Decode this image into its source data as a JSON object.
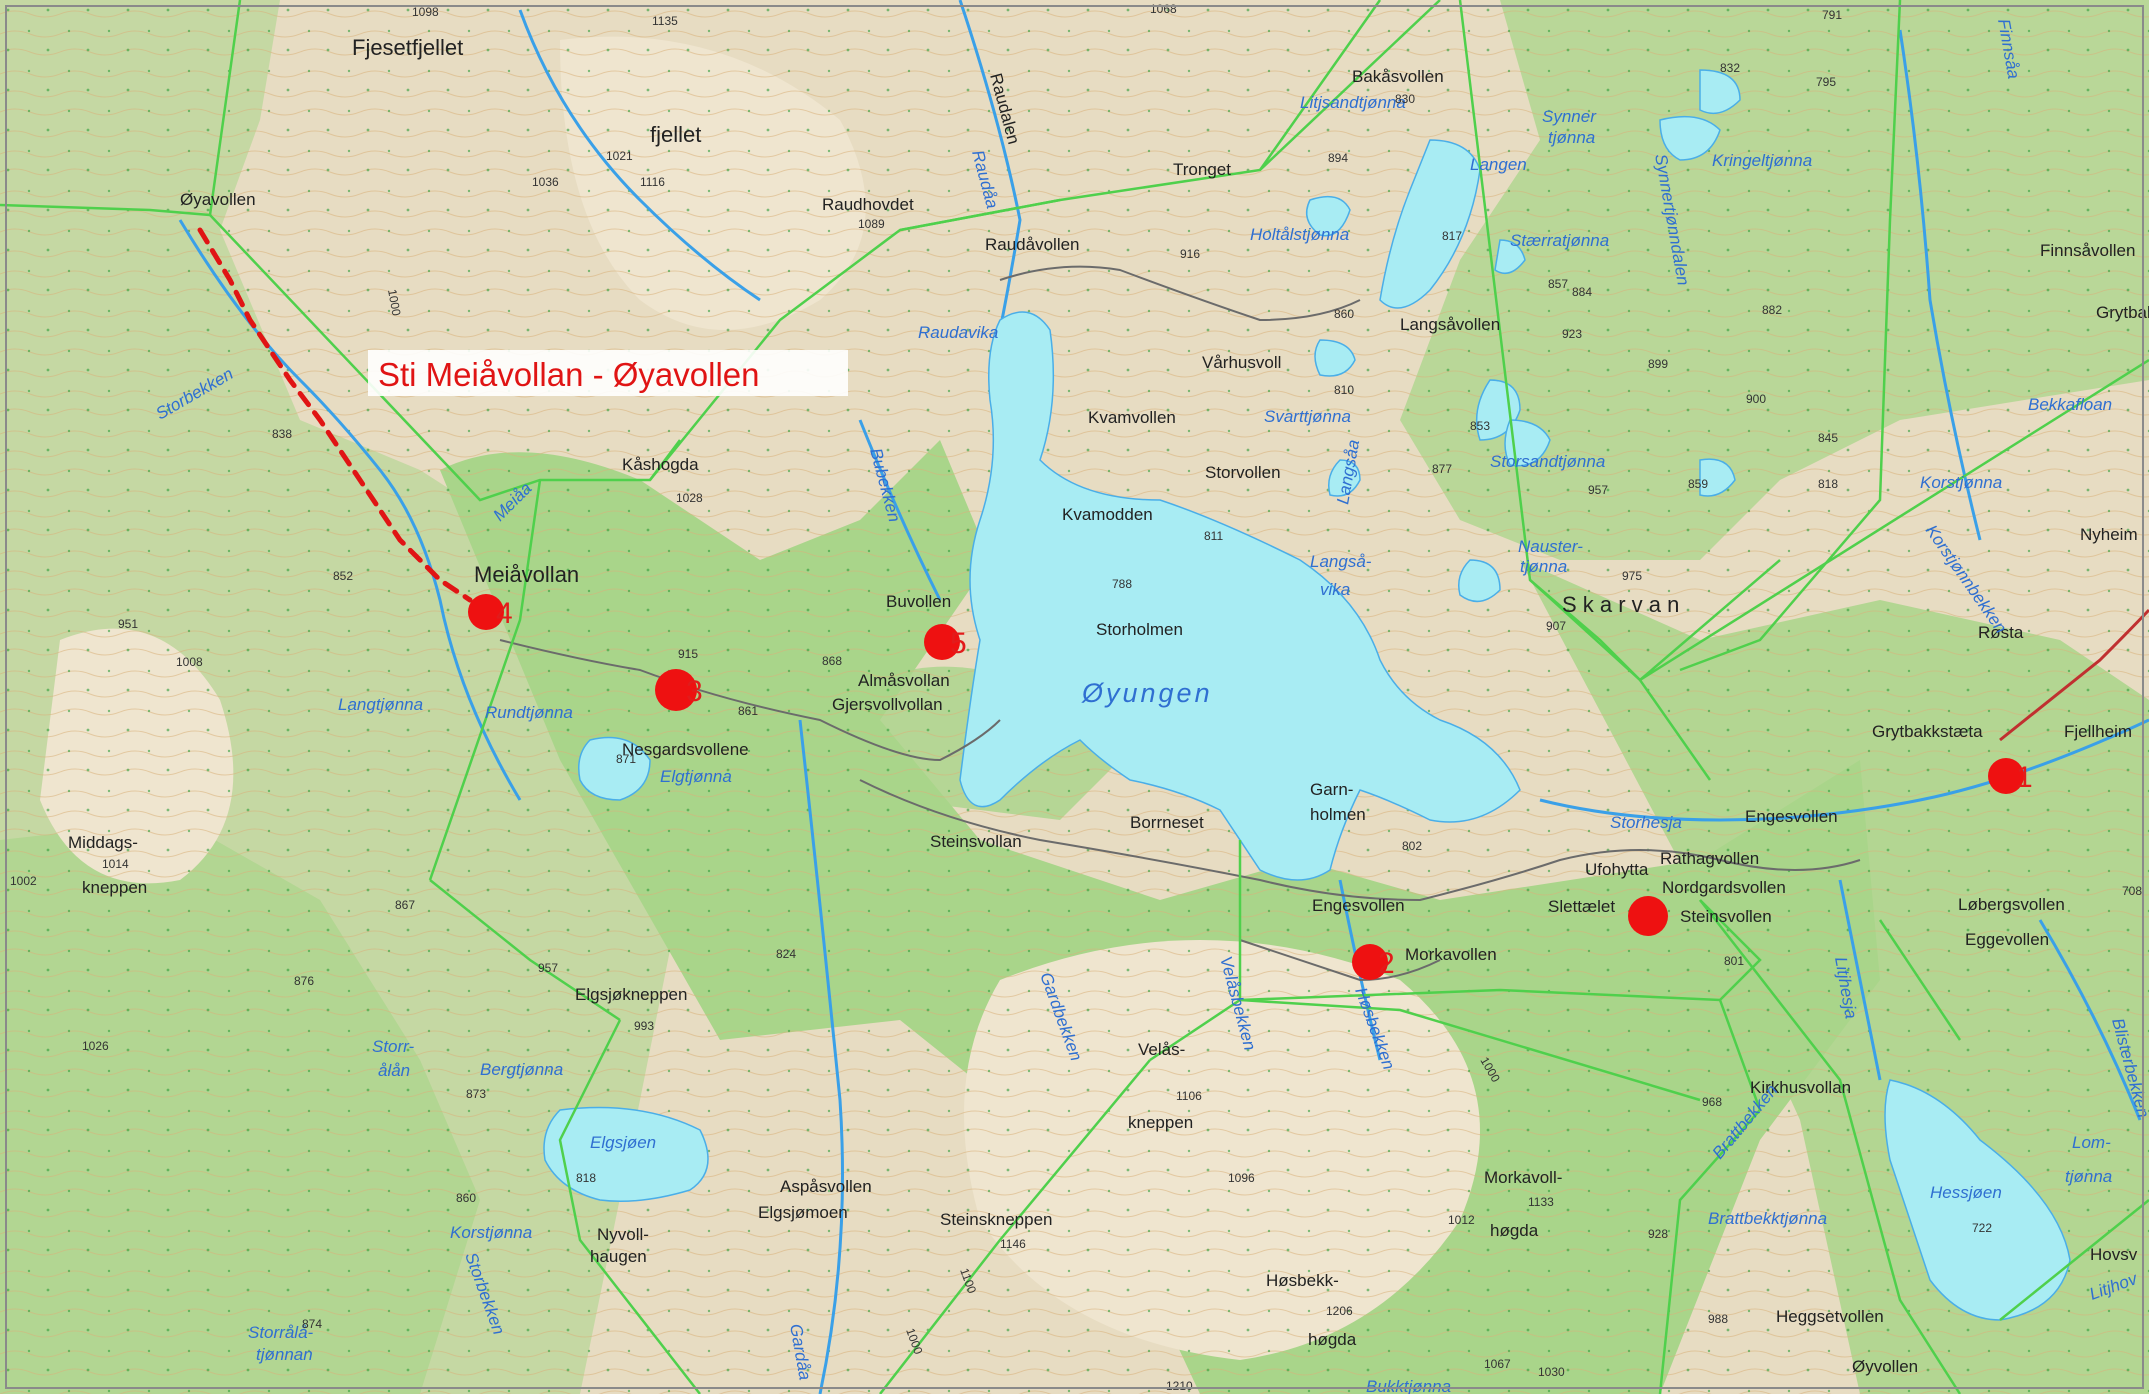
{
  "route": {
    "title": "Sti Meiåvollan - Øyavollen",
    "color": "#e01414"
  },
  "colors": {
    "forest": "#a9d58a",
    "open": "#e7dcc2",
    "water": "#a8ecf3",
    "water_text": "#2f6fd1",
    "border_line": "#4fd04c",
    "marker": "#ee1111"
  },
  "markers": [
    {
      "id": "4",
      "label": "4"
    },
    {
      "id": "3",
      "label": "3"
    },
    {
      "id": "5",
      "label": "5"
    },
    {
      "id": "2",
      "label": "2"
    },
    {
      "id": "u",
      "label": ""
    },
    {
      "id": "1",
      "label": "1"
    }
  ],
  "places": {
    "fjesetfjellet": "Fjesetfjellet",
    "fjellet": "fjellet",
    "oyavollen": "Øyavollen",
    "raudhovdet": "Raudhovdet",
    "raudalen": "Raudalen",
    "tronget": "Tronget",
    "bakasvollen": "Bakåsvollen",
    "raudavollen": "Raudåvollen",
    "varhusvoll": "Vårhusvoll",
    "langsavollen": "Langsåvollen",
    "kvamvollen": "Kvamvollen",
    "storvollen": "Storvollen",
    "kvamodden": "Kvamodden",
    "storholmen": "Storholmen",
    "kashogda": "Kåshogda",
    "meiavollan": "Meiåvollan",
    "buvollen": "Buvollen",
    "almasvollan": "Almåsvollan",
    "gjersvollvollan": "Gjersvollvollan",
    "nesgardsvollene": "Nesgardsvollene",
    "steinsvollan": "Steinsvollan",
    "borrneset": "Borrneset",
    "garnholmen_1": "Garn-",
    "garnholmen_2": "holmen",
    "skarvan": "S k a r v a n",
    "ufohytta": "Ufohytta",
    "rathagvollen": "Rathagvollen",
    "nordgardsvollen": "Nordgardsvollen",
    "sletteaet": "Slettælet",
    "steinsvollen": "Steinsvollen",
    "engesvollen_e": "Engesvollen",
    "engesvollen": "Engesvollen",
    "morkavollen": "Morkavollen",
    "grytbakkstaeta": "Grytbakkstæta",
    "fjellheim": "Fjellheim",
    "rosta": "Røsta",
    "nyheim": "Nyheim",
    "finnsavollen": "Finnsåvollen",
    "grytbak": "Grytbak",
    "lobergsvollen": "Løbergsvollen",
    "eggevollen": "Eggevollen",
    "kirkhusvollan": "Kirkhusvollan",
    "middags_1": "Middags-",
    "middags_2": "kneppen",
    "elgsjokneppen": "Elgsjøkneppen",
    "velas_1": "Velås-",
    "velas_2": "kneppen",
    "morkavollhogda_1": "Morkavoll-",
    "morkavollhogda_2": "høgda",
    "steinskneppen": "Steinskneppen",
    "hosbekk_1": "Høsbekk-",
    "hosbekk_2": "høgda",
    "nyvoll_1": "Nyvoll-",
    "nyvoll_2": "haugen",
    "aspasvollen": "Aspåsvollen",
    "elgsjomoen": "Elgsjømoen",
    "heggsetvollen": "Heggsetvollen",
    "oyvollen": "Øyvollen",
    "hovsv": "Hovsv"
  },
  "water": {
    "oyungen": "Øyungen",
    "langsavika_1": "Langså-",
    "langsavika_2": "vika",
    "langen": "Langen",
    "synner_1": "Synner",
    "synner_2": "tjønna",
    "kringeltjonna": "Kringeltjønna",
    "finnsaa": "Finnsåa",
    "litjsandtjonna": "Litjsandtjønna",
    "holtalstjonna": "Holtålstjønna",
    "staerratjonna": "Stærratjønna",
    "synnertjonndalen": "Synnertjønndalen",
    "svarttjonna": "Svarttjønna",
    "langsaa": "Langsåa",
    "storsandtjonna": "Storsandtjønna",
    "bekkafloan": "Bekkafloan",
    "korstjonna_e": "Korstjønna",
    "korstjonnbekken": "Korstjønnbekken",
    "nauster_1": "Nauster-",
    "nauster_2": "tjønna",
    "raudaa": "Raudåa",
    "raudavika": "Raudavika",
    "bubekken": "Bubekken",
    "storbekken": "Storbekken",
    "meiaa": "Meiåa",
    "langtjonna": "Langtjønna",
    "rundtjonna": "Rundtjønna",
    "elgtjonna": "Elgtjønna",
    "storhesja": "Storhesja",
    "gardbekken": "Gardbekken",
    "velasbekken": "Velåsbekken",
    "hosbekken": "Høsbekken",
    "litjhesja": "Litjhesja",
    "brattbekken": "Brattbekken",
    "brattbekktjonna": "Brattbekktjønna",
    "hessjoen": "Hessjøen",
    "lomtjonna_1": "Lom-",
    "lomtjonna_2": "tjønna",
    "blisterbekken": "Blisterbekken",
    "elgsjoen": "Elgsjøen",
    "bergtjonna": "Bergtjønna",
    "storralan_1": "Storr-",
    "storralan_2": "ålån",
    "korstjonna_w": "Korstjønna",
    "storbekken_s": "Storbekken",
    "storralatjonna_1": "Storrålå-",
    "storralatjonna_2": "tjønnan",
    "gardaa": "Gardåa",
    "litjhov": "Litjhov",
    "bukktjonna": "Bukktjønna"
  },
  "elevations": [
    "1098",
    "1135",
    "1068",
    "1021",
    "1116",
    "1036",
    "1089",
    "916",
    "894",
    "830",
    "832",
    "791",
    "795",
    "1028",
    "852",
    "838",
    "951",
    "1008",
    "1014",
    "1002",
    "1026",
    "876",
    "867",
    "873",
    "860",
    "874",
    "857",
    "884",
    "923",
    "899",
    "882",
    "900",
    "853",
    "859",
    "957",
    "877",
    "975",
    "907",
    "810",
    "860",
    "817",
    "818",
    "845",
    "811",
    "788",
    "915",
    "871",
    "861",
    "868",
    "824",
    "957",
    "993",
    "802",
    "801",
    "708",
    "1106",
    "1096",
    "1133",
    "1012",
    "1146",
    "1206",
    "1210",
    "1067",
    "1030",
    "968",
    "928",
    "988",
    "722",
    "818",
    "1000",
    "1100",
    "1000",
    "1000"
  ]
}
